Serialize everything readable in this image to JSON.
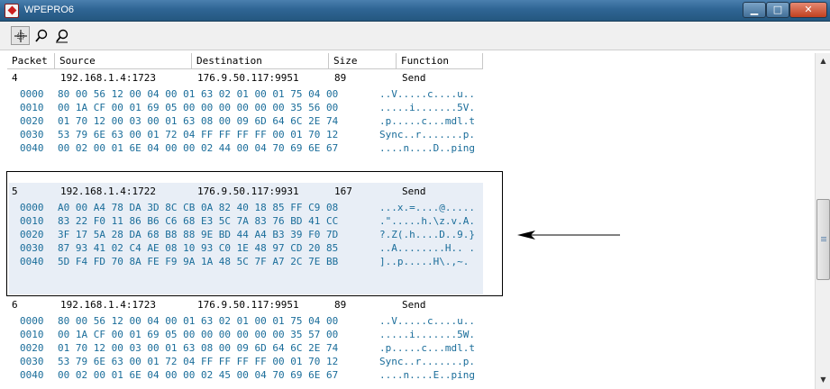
{
  "window": {
    "title": "WPEPRO6",
    "minimize_label": "▁",
    "maximize_label": "□",
    "close_label": "✕"
  },
  "toolbar": {
    "buttons": [
      {
        "icon": "crosshair-select-icon",
        "active": true
      },
      {
        "icon": "magnifier-icon",
        "active": false
      },
      {
        "icon": "magnifier-alt-icon",
        "active": false
      }
    ]
  },
  "columns": [
    "Packet",
    "Source",
    "Destination",
    "Size",
    "Function"
  ],
  "packets": [
    {
      "packet": "4",
      "source": "192.168.1.4:1723",
      "destination": "176.9.50.117:9951",
      "size": "89",
      "function": "Send",
      "selected": false,
      "hex": [
        {
          "offset": "0000",
          "bytes": "80 00 56 12 00 04 00 01 63 02 01 00 01 75 04 00",
          "ascii": "..V.....c....u.."
        },
        {
          "offset": "0010",
          "bytes": "00 1A CF 00 01 69 05 00 00 00 00 00 00 35 56 00",
          "ascii": ".....i.......5V."
        },
        {
          "offset": "0020",
          "bytes": "01 70 12 00 03 00 01 63 08 00 09 6D 64 6C 2E 74",
          "ascii": ".p.....c...mdl.t"
        },
        {
          "offset": "0030",
          "bytes": "53 79 6E 63 00 01 72 04 FF FF FF FF 00 01 70 12",
          "ascii": "Sync..r.......p."
        },
        {
          "offset": "0040",
          "bytes": "00 02 00 01 6E 04 00 00 02 44 00 04 70 69 6E 67",
          "ascii": "....n....D..ping"
        }
      ]
    },
    {
      "packet": "5",
      "source": "192.168.1.4:1722",
      "destination": "176.9.50.117:9931",
      "size": "167",
      "function": "Send",
      "selected": true,
      "hex": [
        {
          "offset": "0000",
          "bytes": "A0 00 A4 78 DA 3D 8C CB 0A 82 40 18 85 FF C9 08",
          "ascii": "...x.=....@....."
        },
        {
          "offset": "0010",
          "bytes": "83 22 F0 11 86 B6 C6 68 E3 5C 7A 83 76 BD 41 CC",
          "ascii": ".\".....h.\\z.v.A."
        },
        {
          "offset": "0020",
          "bytes": "3F 17 5A 28 DA 68 B8 88 9E BD 44 A4 B3 39 F0 7D",
          "ascii": "?.Z(.h....D..9.}"
        },
        {
          "offset": "0030",
          "bytes": "87 93 41 02 C4 AE 08 10 93 C0 1E 48 97 CD 20 85",
          "ascii": "..A........H.. ."
        },
        {
          "offset": "0040",
          "bytes": "5D F4 FD 70 8A FE F9 9A 1A 48 5C 7F A7 2C 7E BB",
          "ascii": "]..p.....H\\.,~."
        }
      ]
    },
    {
      "packet": "6",
      "source": "192.168.1.4:1723",
      "destination": "176.9.50.117:9951",
      "size": "89",
      "function": "Send",
      "selected": false,
      "hex": [
        {
          "offset": "0000",
          "bytes": "80 00 56 12 00 04 00 01 63 02 01 00 01 75 04 00",
          "ascii": "..V.....c....u.."
        },
        {
          "offset": "0010",
          "bytes": "00 1A CF 00 01 69 05 00 00 00 00 00 00 35 57 00",
          "ascii": ".....i.......5W."
        },
        {
          "offset": "0020",
          "bytes": "01 70 12 00 03 00 01 63 08 00 09 6D 64 6C 2E 74",
          "ascii": ".p.....c...mdl.t"
        },
        {
          "offset": "0030",
          "bytes": "53 79 6E 63 00 01 72 04 FF FF FF FF 00 01 70 12",
          "ascii": "Sync..r.......p."
        },
        {
          "offset": "0040",
          "bytes": "00 02 00 01 6E 04 00 00 02 45 00 04 70 69 6E 67",
          "ascii": "....n....E..ping"
        }
      ]
    }
  ],
  "scrollbar": {
    "up_arrow": "▲",
    "down_arrow": "▼"
  }
}
